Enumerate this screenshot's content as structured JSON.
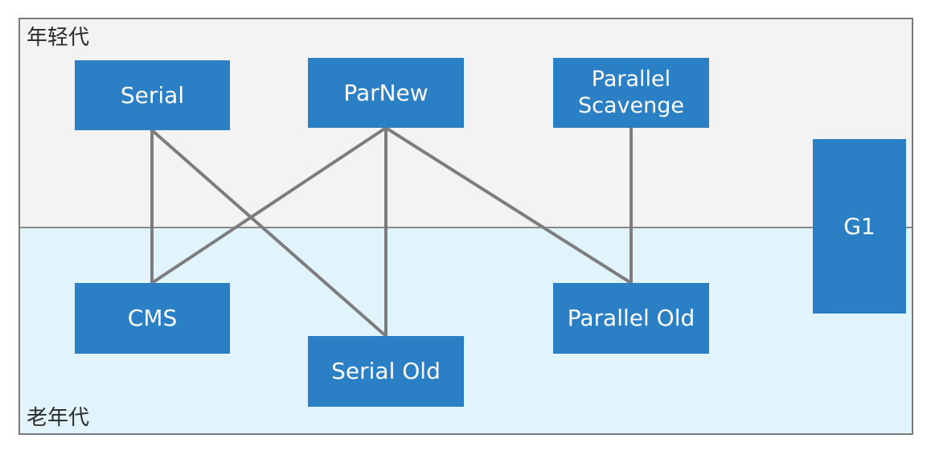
{
  "regions": {
    "young_label": "年轻代",
    "old_label": "老年代"
  },
  "collectors": {
    "serial": "Serial",
    "parnew": "ParNew",
    "parallel_scavenge": "Parallel\nScavenge",
    "cms": "CMS",
    "serial_old": "Serial Old",
    "parallel_old": "Parallel Old",
    "g1": "G1"
  },
  "edges": [
    [
      "serial",
      "cms"
    ],
    [
      "serial",
      "serial_old"
    ],
    [
      "parnew",
      "cms"
    ],
    [
      "parnew",
      "serial_old"
    ],
    [
      "parnew",
      "parallel_old"
    ],
    [
      "parallel_scavenge",
      "parallel_old"
    ]
  ],
  "colors": {
    "node_fill": "#2b80c5",
    "node_text": "#ffffff",
    "young_bg": "#f4f3f4",
    "old_bg": "#e1f4fc",
    "connector": "#7d7d7d"
  }
}
